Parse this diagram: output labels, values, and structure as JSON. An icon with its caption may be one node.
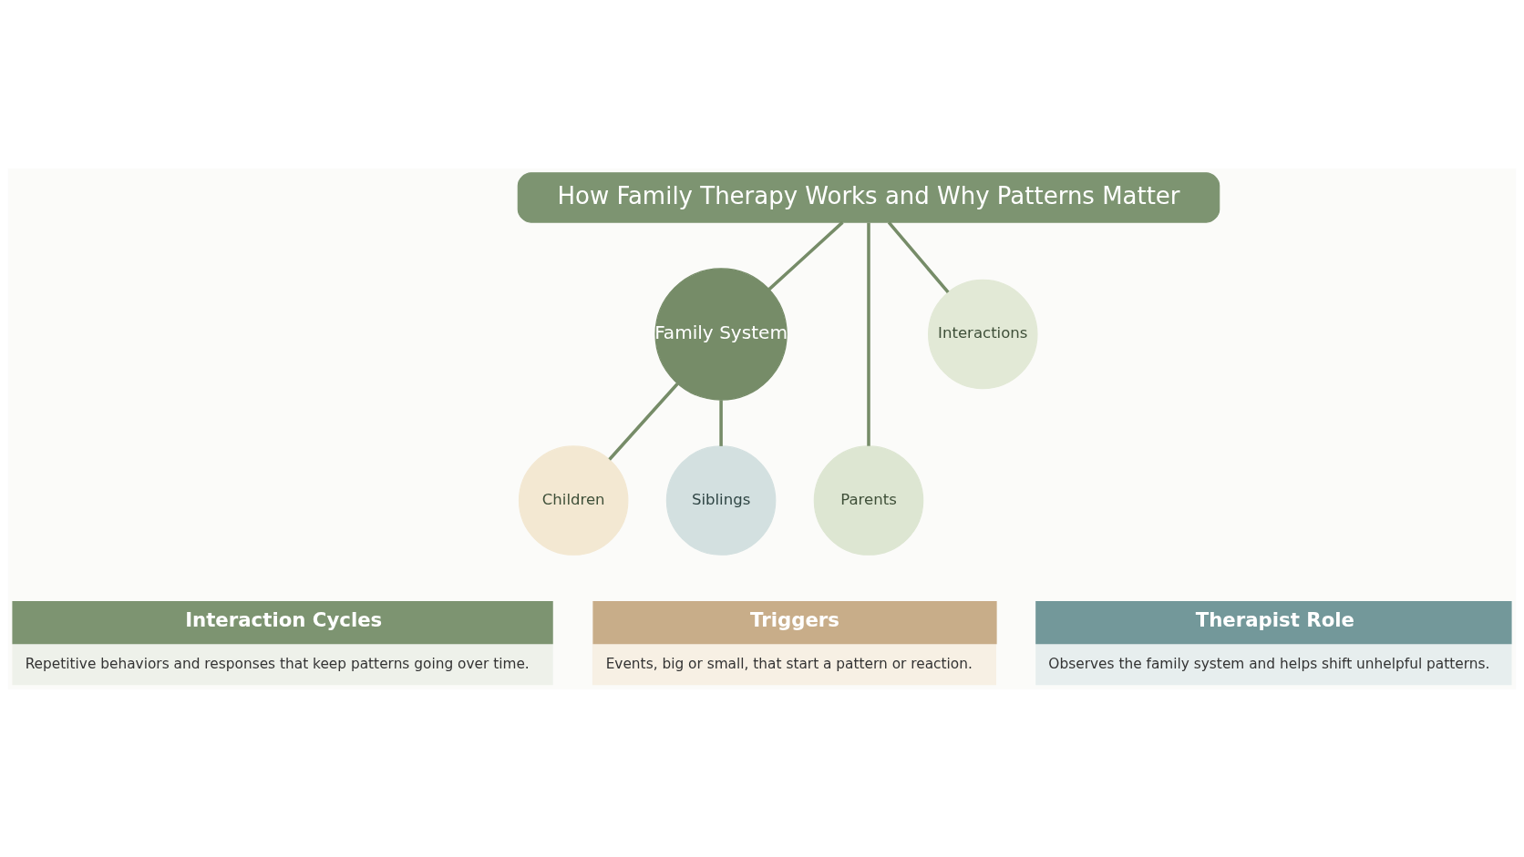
{
  "diagram": {
    "nodes": [
      {
        "text": [
          "How Family Therapy Works and Why Patterns Matter"
        ]
      },
      {
        "text": [
          "Family System"
        ]
      },
      {
        "text": [
          "Parents"
        ]
      },
      {
        "text": [
          "Children"
        ]
      },
      {
        "text": [
          "Siblings"
        ]
      },
      {
        "text": [
          "Interactions"
        ]
      },
      {
        "text": [
          "Interaction Cycles",
          "Repetitive behaviors and responses that keep patterns going over time."
        ]
      },
      {
        "text": [
          "Triggers",
          "Events, big or small, that start a pattern or reaction."
        ]
      },
      {
        "text": [
          "Therapist Role",
          "Observes the family system and helps shift unhelpful patterns."
        ]
      }
    ],
    "edges": [
      {
        "from": 0,
        "to": 1,
        "arrow": "none"
      },
      {
        "from": 0,
        "to": 2,
        "arrow": "none"
      },
      {
        "from": 0,
        "to": 5,
        "arrow": "none"
      },
      {
        "from": 1,
        "to": 3,
        "arrow": "none"
      },
      {
        "from": 1,
        "to": 4,
        "arrow": "none"
      }
    ]
  }
}
